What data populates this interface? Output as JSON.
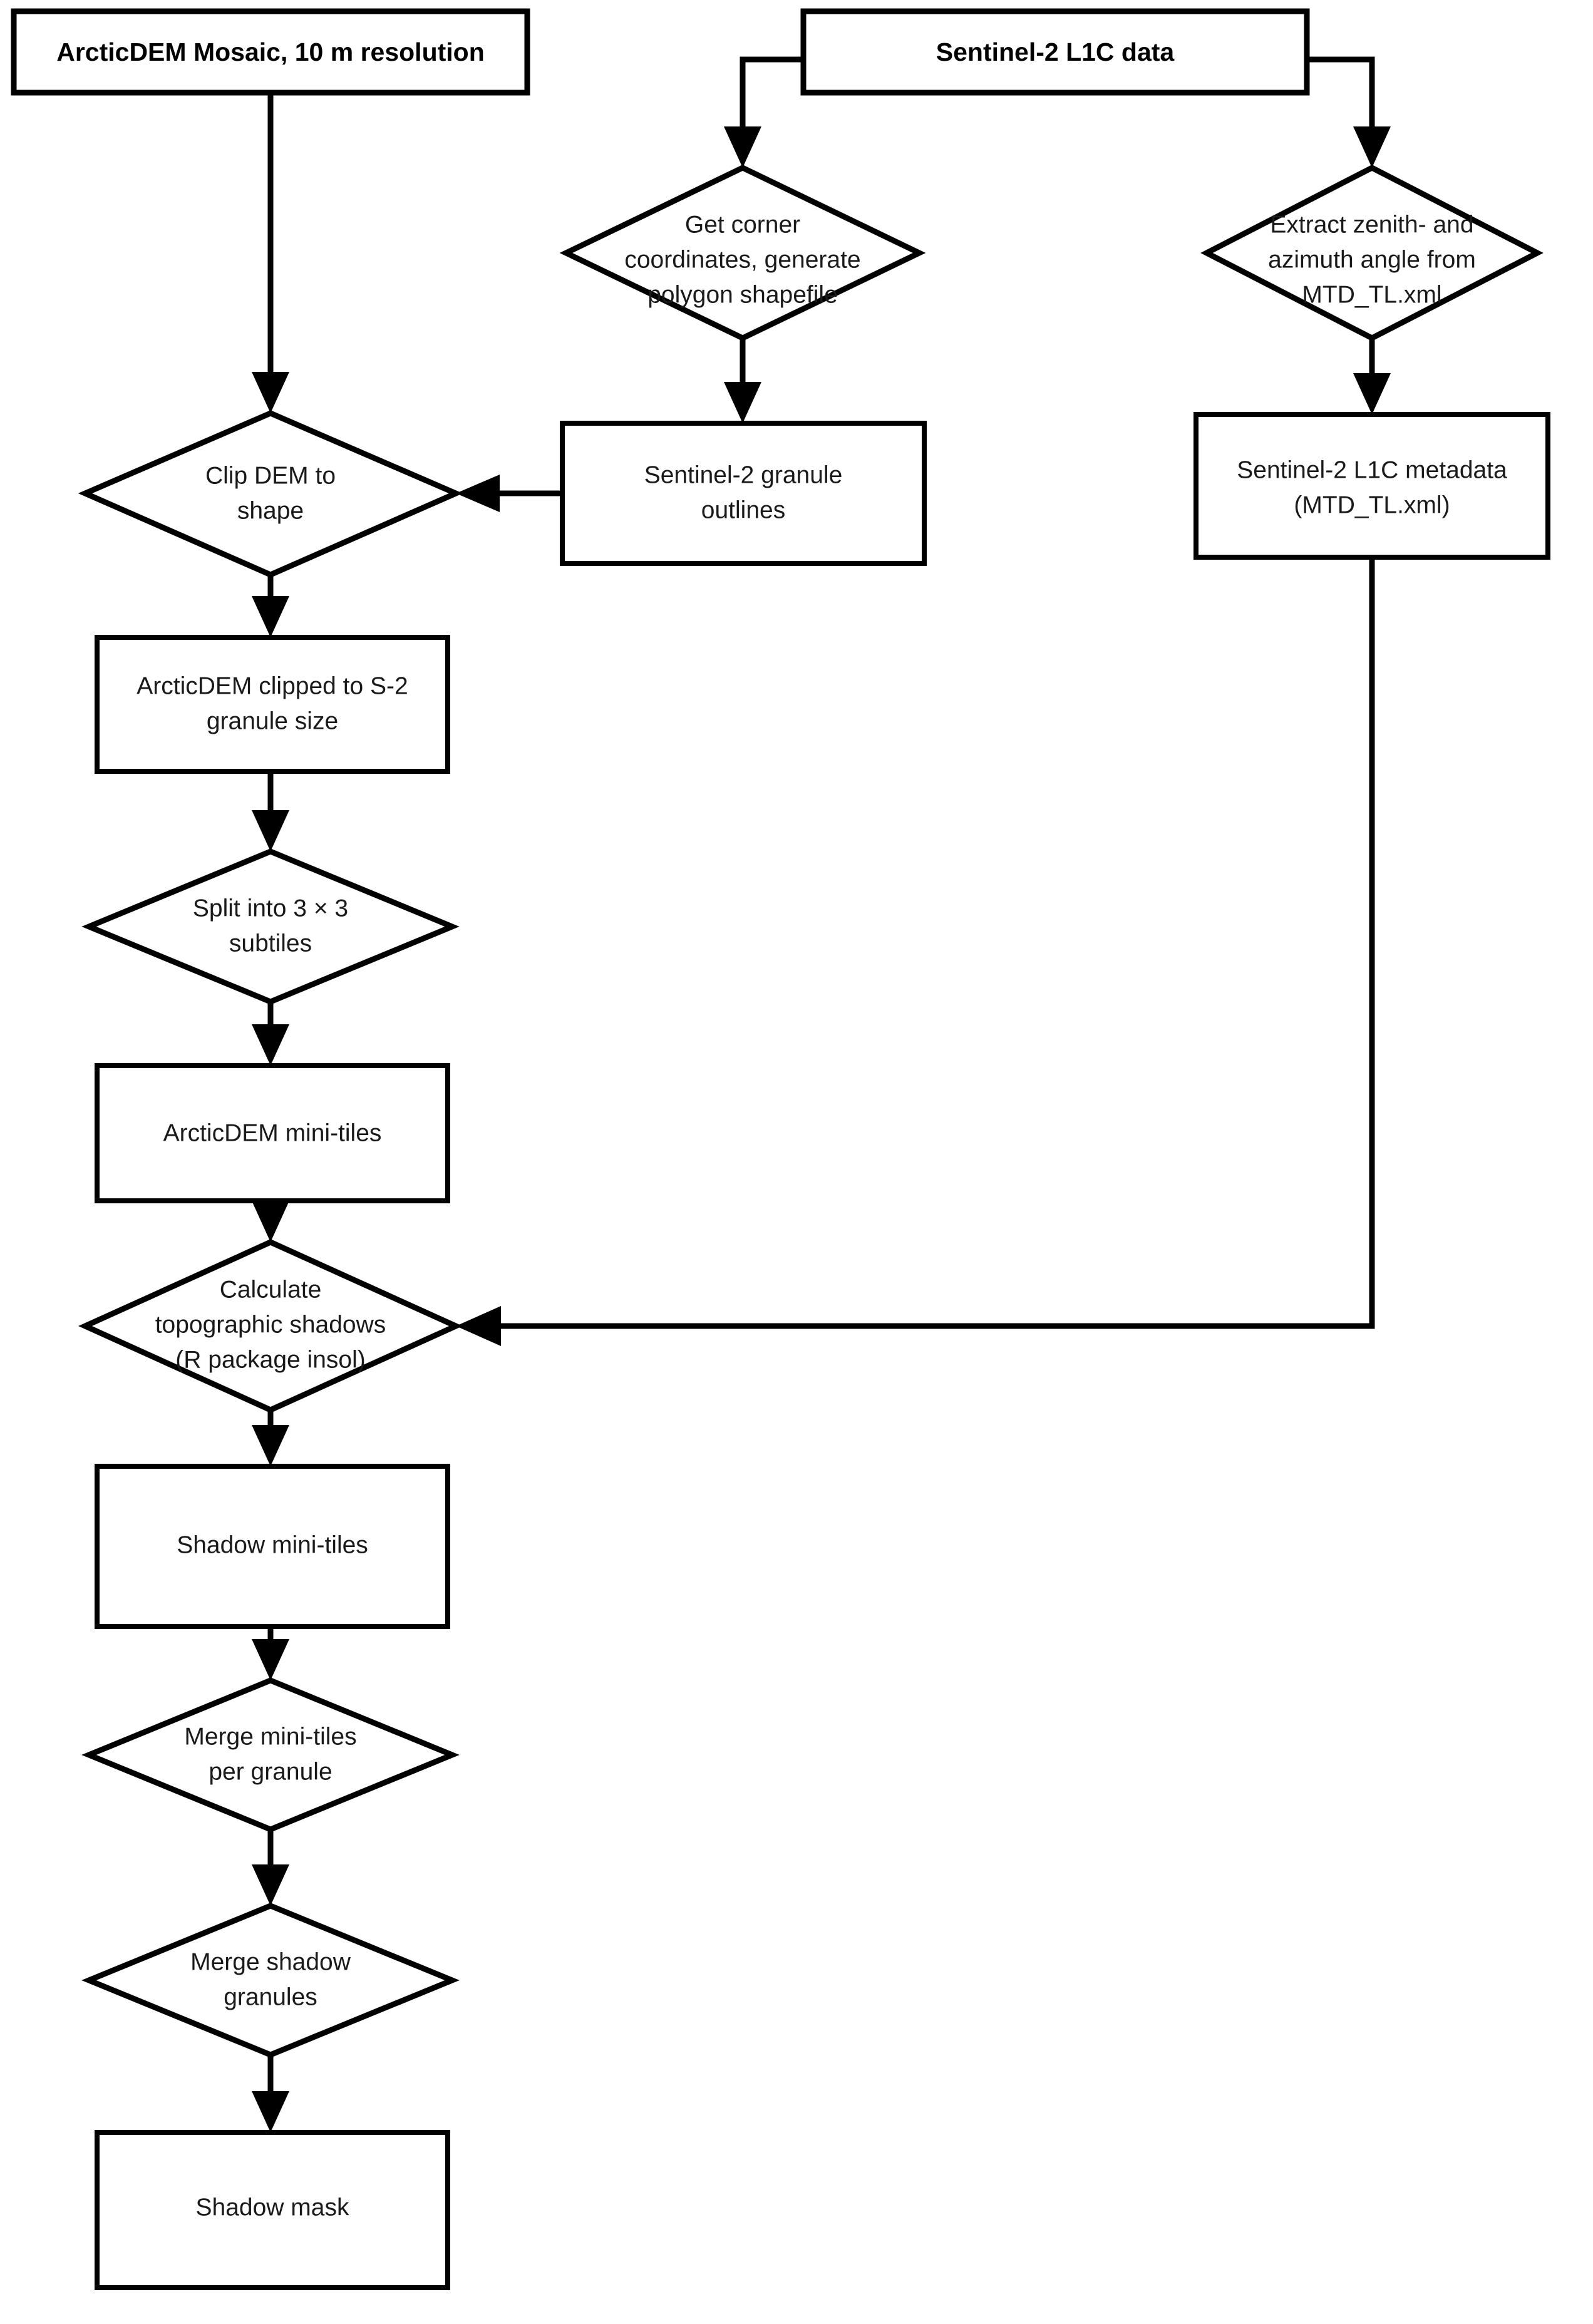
{
  "diagram": {
    "title": "Sentinel-2 topographic shadow mask processing workflow",
    "line_color": "#000000",
    "fill_color": "#ffffff",
    "text_color": "#1a1a1a",
    "nodes": [
      {
        "id": "arcticdem-mosaic",
        "shape": "rectangle",
        "bold": true,
        "lines": [
          "ArcticDEM Mosaic, 10 m resolution"
        ]
      },
      {
        "id": "sentinel2-l1c-data",
        "shape": "rectangle",
        "bold": true,
        "lines": [
          "Sentinel-2 L1C data"
        ]
      },
      {
        "id": "get-corner-coordinates",
        "shape": "diamond",
        "bold": false,
        "lines": [
          "Get corner",
          "coordinates, generate",
          "polygon shapefile"
        ]
      },
      {
        "id": "extract-angles",
        "shape": "diamond",
        "bold": false,
        "lines": [
          "Extract zenith- and",
          "azimuth angle from",
          "MTD_TL.xml"
        ]
      },
      {
        "id": "clip-dem-to-shape",
        "shape": "diamond",
        "bold": false,
        "lines": [
          "Clip DEM to",
          "shape"
        ]
      },
      {
        "id": "granule-outlines",
        "shape": "rectangle",
        "bold": false,
        "lines": [
          "Sentinel-2 granule",
          "outlines"
        ]
      },
      {
        "id": "l1c-metadata",
        "shape": "rectangle",
        "bold": false,
        "lines": [
          "Sentinel-2 L1C metadata",
          "(MTD_TL.xml)"
        ]
      },
      {
        "id": "arcticdem-clipped",
        "shape": "rectangle",
        "bold": false,
        "lines": [
          "ArcticDEM clipped to S-2",
          "granule size"
        ]
      },
      {
        "id": "split-subtiles",
        "shape": "diamond",
        "bold": false,
        "lines": [
          "Split into 3 × 3",
          "subtiles"
        ]
      },
      {
        "id": "arcticdem-mini-tiles",
        "shape": "rectangle",
        "bold": false,
        "lines": [
          "ArcticDEM mini-tiles"
        ]
      },
      {
        "id": "calculate-shadows",
        "shape": "diamond",
        "bold": false,
        "lines": [
          "Calculate",
          "topographic shadows",
          "(R package insol)"
        ]
      },
      {
        "id": "shadow-mini-tiles",
        "shape": "rectangle",
        "bold": false,
        "lines": [
          "Shadow mini-tiles"
        ]
      },
      {
        "id": "merge-mini-tiles",
        "shape": "diamond",
        "bold": false,
        "lines": [
          "Merge mini-tiles",
          "per granule"
        ]
      },
      {
        "id": "merge-shadow-granules",
        "shape": "diamond",
        "bold": false,
        "lines": [
          "Merge shadow",
          "granules"
        ]
      },
      {
        "id": "shadow-mask",
        "shape": "rectangle",
        "bold": false,
        "lines": [
          "Shadow mask"
        ]
      }
    ],
    "edges": [
      {
        "from": "arcticdem-mosaic",
        "to": "clip-dem-to-shape"
      },
      {
        "from": "sentinel2-l1c-data",
        "to": "get-corner-coordinates"
      },
      {
        "from": "sentinel2-l1c-data",
        "to": "extract-angles"
      },
      {
        "from": "get-corner-coordinates",
        "to": "granule-outlines"
      },
      {
        "from": "granule-outlines",
        "to": "clip-dem-to-shape"
      },
      {
        "from": "extract-angles",
        "to": "l1c-metadata"
      },
      {
        "from": "clip-dem-to-shape",
        "to": "arcticdem-clipped"
      },
      {
        "from": "arcticdem-clipped",
        "to": "split-subtiles"
      },
      {
        "from": "split-subtiles",
        "to": "arcticdem-mini-tiles"
      },
      {
        "from": "arcticdem-mini-tiles",
        "to": "calculate-shadows"
      },
      {
        "from": "l1c-metadata",
        "to": "calculate-shadows"
      },
      {
        "from": "calculate-shadows",
        "to": "shadow-mini-tiles"
      },
      {
        "from": "shadow-mini-tiles",
        "to": "merge-mini-tiles"
      },
      {
        "from": "merge-mini-tiles",
        "to": "merge-shadow-granules"
      },
      {
        "from": "merge-shadow-granules",
        "to": "shadow-mask"
      }
    ]
  }
}
